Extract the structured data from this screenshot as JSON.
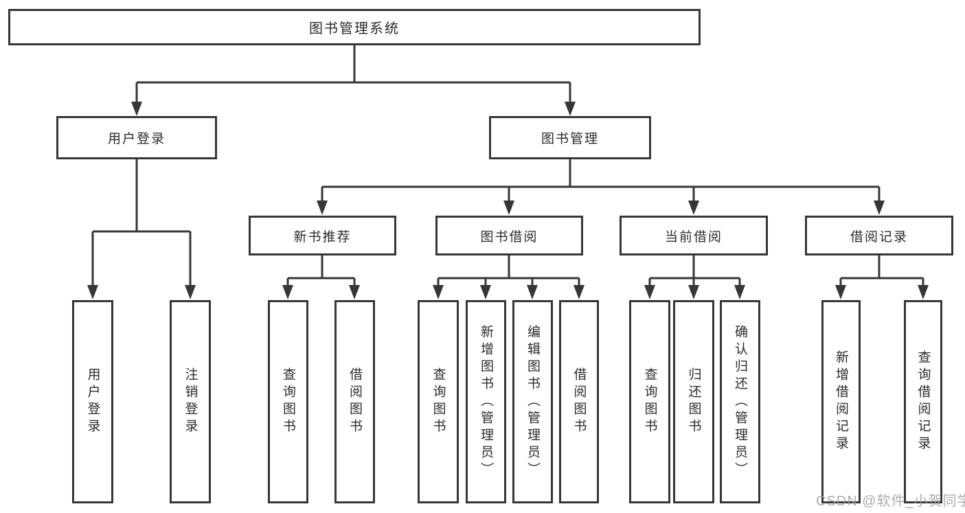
{
  "diagram": {
    "root": {
      "label": "图书管理系统"
    },
    "level2": [
      {
        "label": "用户登录"
      },
      {
        "label": "图书管理"
      }
    ],
    "level3": [
      {
        "label": "新书推荐"
      },
      {
        "label": "图书借阅"
      },
      {
        "label": "当前借阅"
      },
      {
        "label": "借阅记录"
      }
    ],
    "leaves": {
      "user_login": [
        "用户登录",
        "注销登录"
      ],
      "new_book_recommend": [
        "查询图书",
        "借阅图书"
      ],
      "book_borrowing": [
        "查询图书",
        "新增图书（管理员）",
        "编辑图书（管理员）",
        "借阅图书"
      ],
      "current_borrowing": [
        "查询图书",
        "归还图书",
        "确认归还（管理员）"
      ],
      "borrowing_records": [
        "新增借阅记录",
        "查询借阅记录"
      ]
    }
  },
  "watermark": {
    "text": "CSDN @软件_小贺同学"
  },
  "colors": {
    "line": "#363636",
    "text": "#2b2b2b",
    "background": "#ffffff",
    "watermark": "#9e9e9e"
  }
}
